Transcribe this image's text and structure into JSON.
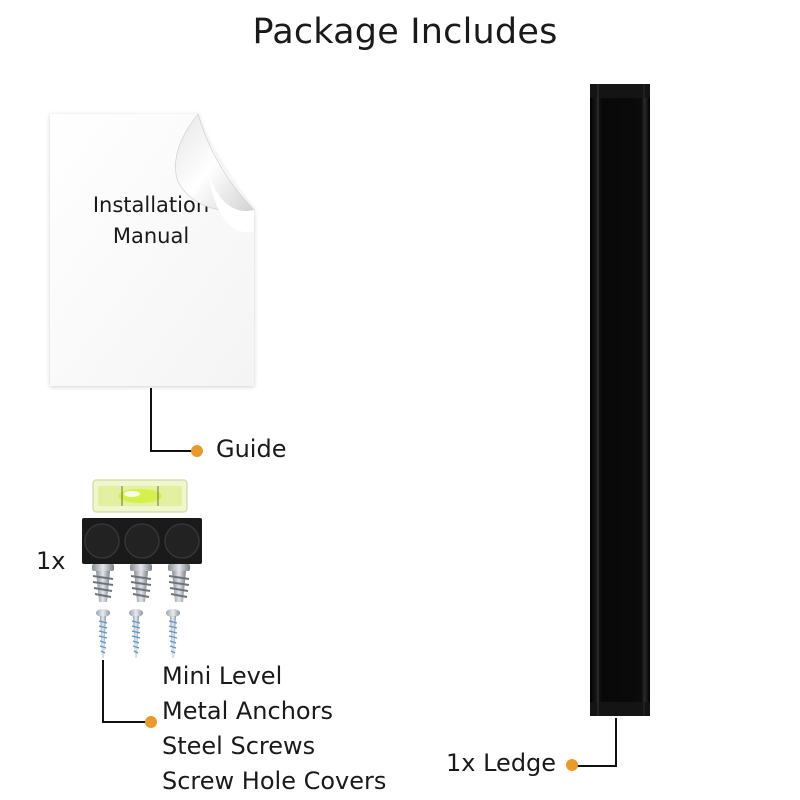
{
  "title": "Package Includes",
  "manual": {
    "line1": "Installation",
    "line2": "Manual"
  },
  "labels": {
    "guide": "Guide",
    "qty_kit": "1x",
    "kit_items": [
      "Mini Level",
      "Metal Anchors",
      "Steel Screws",
      "Screw Hole Covers"
    ],
    "ledge": "1x Ledge"
  },
  "colors": {
    "accent_dot": "#e89a2c",
    "ledge": "#0d0d0d",
    "leader_line": "#111111"
  }
}
